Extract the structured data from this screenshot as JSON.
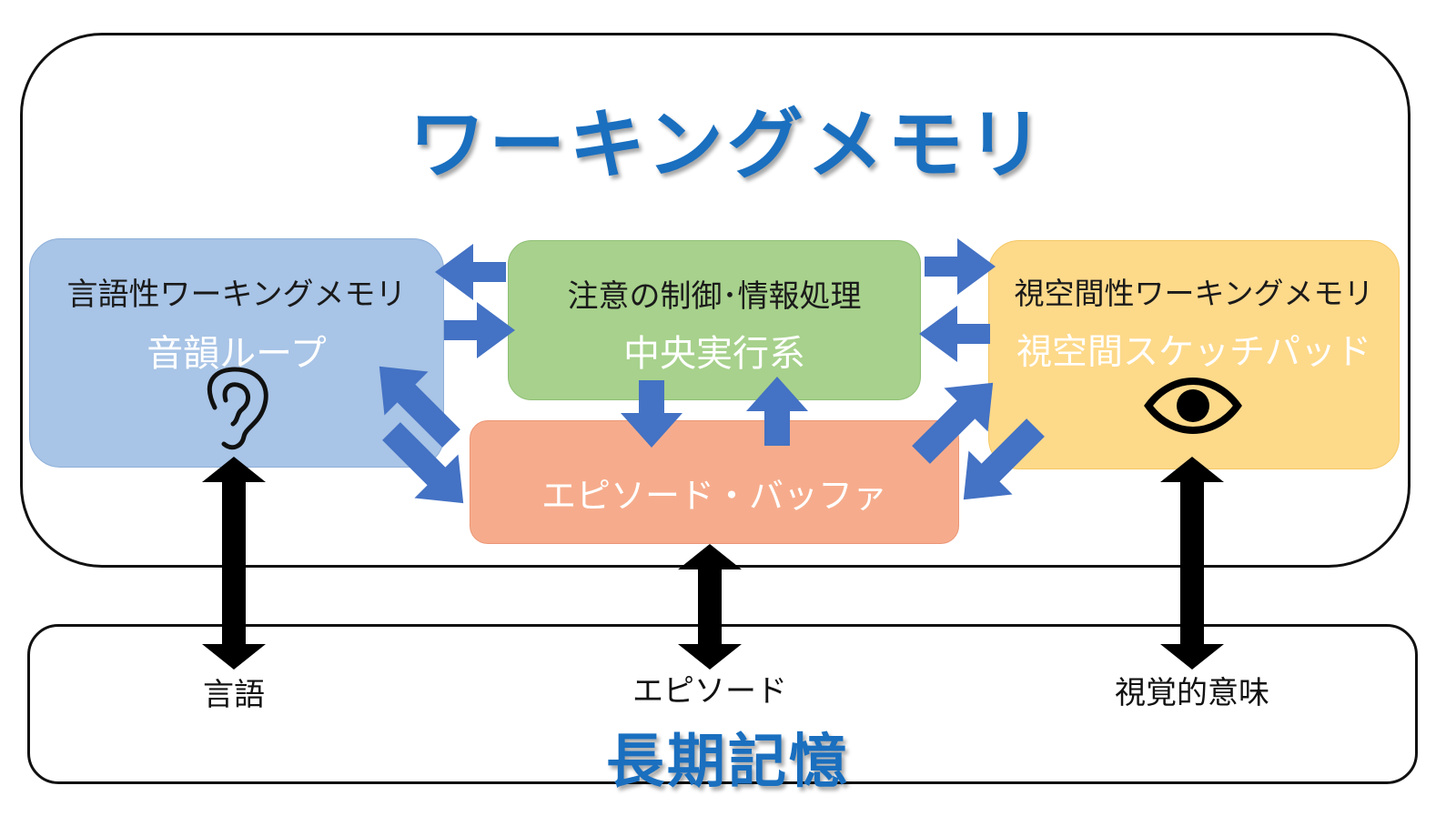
{
  "working_memory": {
    "title": "ワーキングメモリ"
  },
  "verbal": {
    "heading": "言語性ワーキングメモリ",
    "name": "音韻ループ",
    "icon": "ear-icon"
  },
  "central": {
    "heading": "注意の制御･情報処理",
    "name": "中央実行系"
  },
  "visual": {
    "heading": "視空間性ワーキングメモリ",
    "name": "視空間スケッチパッド",
    "icon": "eye-icon"
  },
  "episodic": {
    "name": "エピソード・バッファ"
  },
  "long_term": {
    "title": "長期記憶",
    "items": [
      "言語",
      "エピソード",
      "視覚的意味"
    ]
  },
  "colors": {
    "title": "#1a6fbf",
    "arrow": "#4472c4",
    "verbal": "#a8c4e6",
    "central": "#a7d18c",
    "visual": "#fdd98a",
    "episodic": "#f6ac8c"
  }
}
